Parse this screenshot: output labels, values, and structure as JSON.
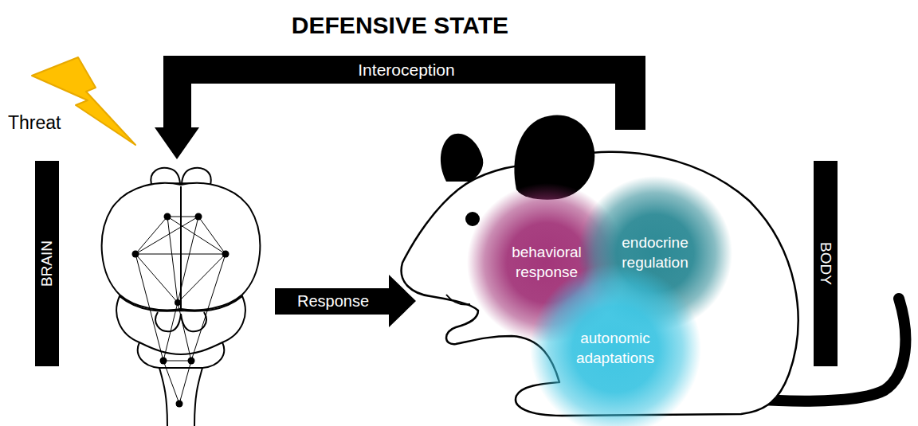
{
  "diagram": {
    "title": "DEFENSIVE STATE",
    "nodes": [
      {
        "text": [
          "BRAIN"
        ]
      },
      {
        "text": [
          "behavioral response"
        ]
      },
      {
        "text": [
          "endocrine regulation"
        ]
      },
      {
        "text": [
          "autonomic adaptations"
        ]
      },
      {
        "text": [
          "BODY"
        ]
      }
    ],
    "labels": [
      "Interoception",
      "Threat",
      "Response"
    ]
  }
}
